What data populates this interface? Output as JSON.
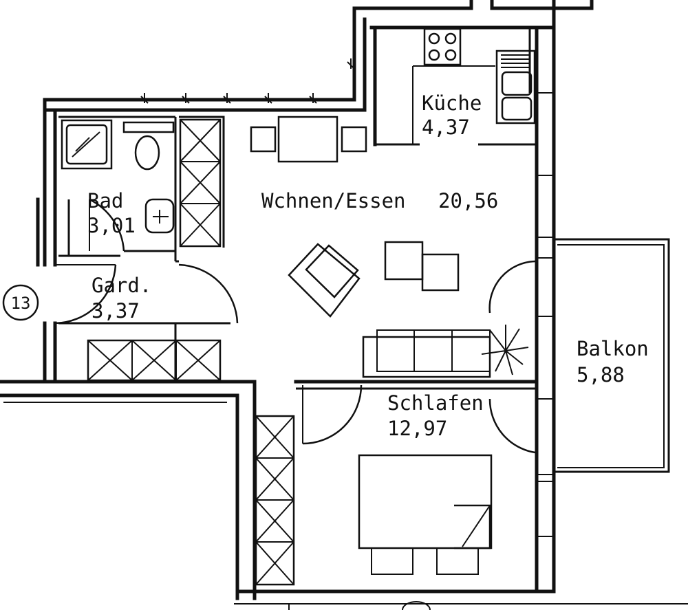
{
  "rooms": {
    "kueche": {
      "name": "Küche",
      "area": "4,37"
    },
    "bad": {
      "name": "Bad",
      "area": "3,01"
    },
    "wohnen": {
      "name": "Wchnen/Essen",
      "area": "20,56"
    },
    "garderobe": {
      "name": "Gard.",
      "area": "3,37"
    },
    "balkon": {
      "name": "Balkon",
      "area": "5,88"
    },
    "schlafen": {
      "name": "Schlafen",
      "area": "12,97"
    }
  },
  "apartment_marker": "13"
}
